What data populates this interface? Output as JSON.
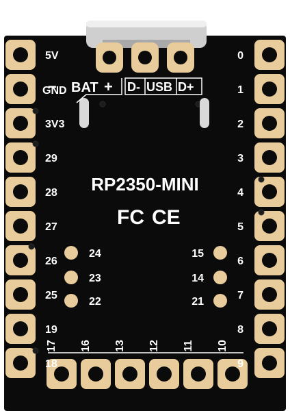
{
  "board": {
    "title": "RP2350-MINI",
    "logos": {
      "fcc": "FC",
      "ce": "CE"
    },
    "header_labels": {
      "bat_minus": "−",
      "bat": "BAT",
      "bat_plus": "+",
      "d_minus": "D-",
      "usb": "USB",
      "d_plus": "D+"
    },
    "left_pins": [
      "5V",
      "GND",
      "3V3",
      "29",
      "28",
      "27",
      "26",
      "25",
      "19",
      "18"
    ],
    "right_pins": [
      "0",
      "1",
      "2",
      "3",
      "4",
      "5",
      "6",
      "7",
      "8",
      "9"
    ],
    "bottom_pins": [
      "17",
      "16",
      "13",
      "12",
      "11",
      "10"
    ],
    "inner_left_pins": [
      "24",
      "23",
      "22"
    ],
    "inner_right_pins": [
      "15",
      "14",
      "21"
    ],
    "colors": {
      "pcb": "#0b0b0b",
      "pad": "#e9cc9c",
      "silkscreen": "#ffffff",
      "connector": "#c9c9c9"
    }
  }
}
